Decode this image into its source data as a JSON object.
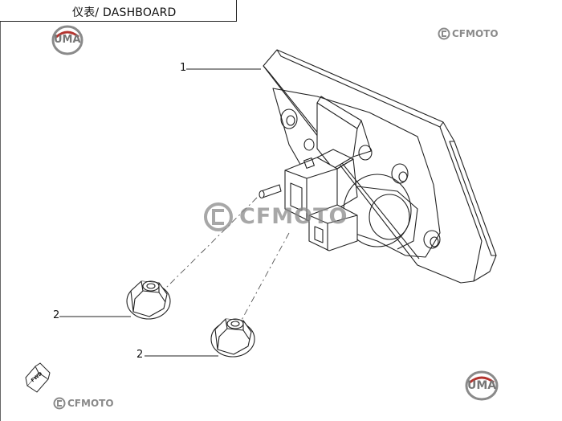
{
  "header": {
    "title": "仪表/ DASHBOARD"
  },
  "callouts": [
    {
      "number": "1",
      "part": "dashboard"
    },
    {
      "number": "2",
      "part": "nut"
    },
    {
      "number": "2",
      "part": "nut"
    }
  ],
  "logos": {
    "uma": "UMA",
    "cfmoto": "CFMOTO",
    "fwd": "FWD"
  },
  "colors": {
    "line": "#222222",
    "watermark": "#8a8a8a",
    "uma_red": "#b3332e"
  }
}
